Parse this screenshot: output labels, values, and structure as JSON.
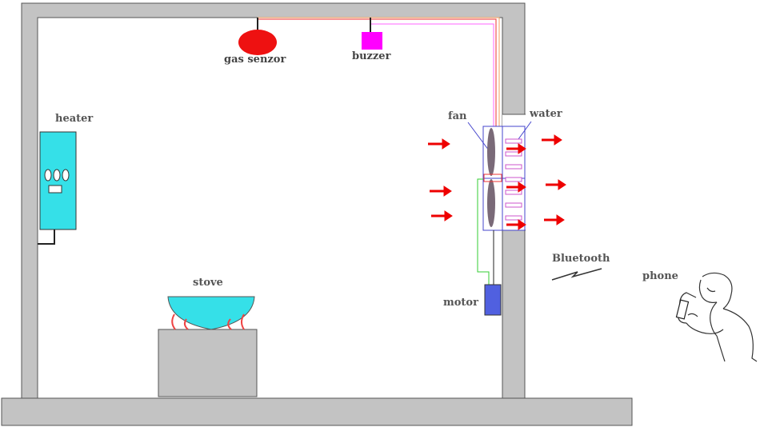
{
  "labels": {
    "gas_sensor": "gas senzor",
    "buzzer": "buzzer",
    "heater": "heater",
    "fan": "fan",
    "water": "water",
    "stove": "stove",
    "motor": "motor",
    "bluetooth": "Bluetooth",
    "phone": "phone"
  },
  "colors": {
    "wall": "#c3c3c3",
    "gas_sensor": "#ee1111",
    "buzzer": "#ff00ff",
    "heater": "#35e0e8",
    "stove_bowl": "#35e0e8",
    "stove_base": "#c3c3c3",
    "motor": "#5060e0",
    "airflow_arrow": "#ee0000",
    "fan_blade": "#7a6a78",
    "wire_orange": "#f0a060",
    "wire_pink": "#ff66ff",
    "wire_green": "#33cc33",
    "frame_blue": "#4444cc"
  },
  "icons": [
    "gas-sensor-icon",
    "buzzer-icon",
    "heater-icon",
    "stove-icon",
    "fan-icon",
    "motor-icon",
    "bluetooth-icon",
    "phone-user-icon",
    "arrow-right-icon"
  ]
}
